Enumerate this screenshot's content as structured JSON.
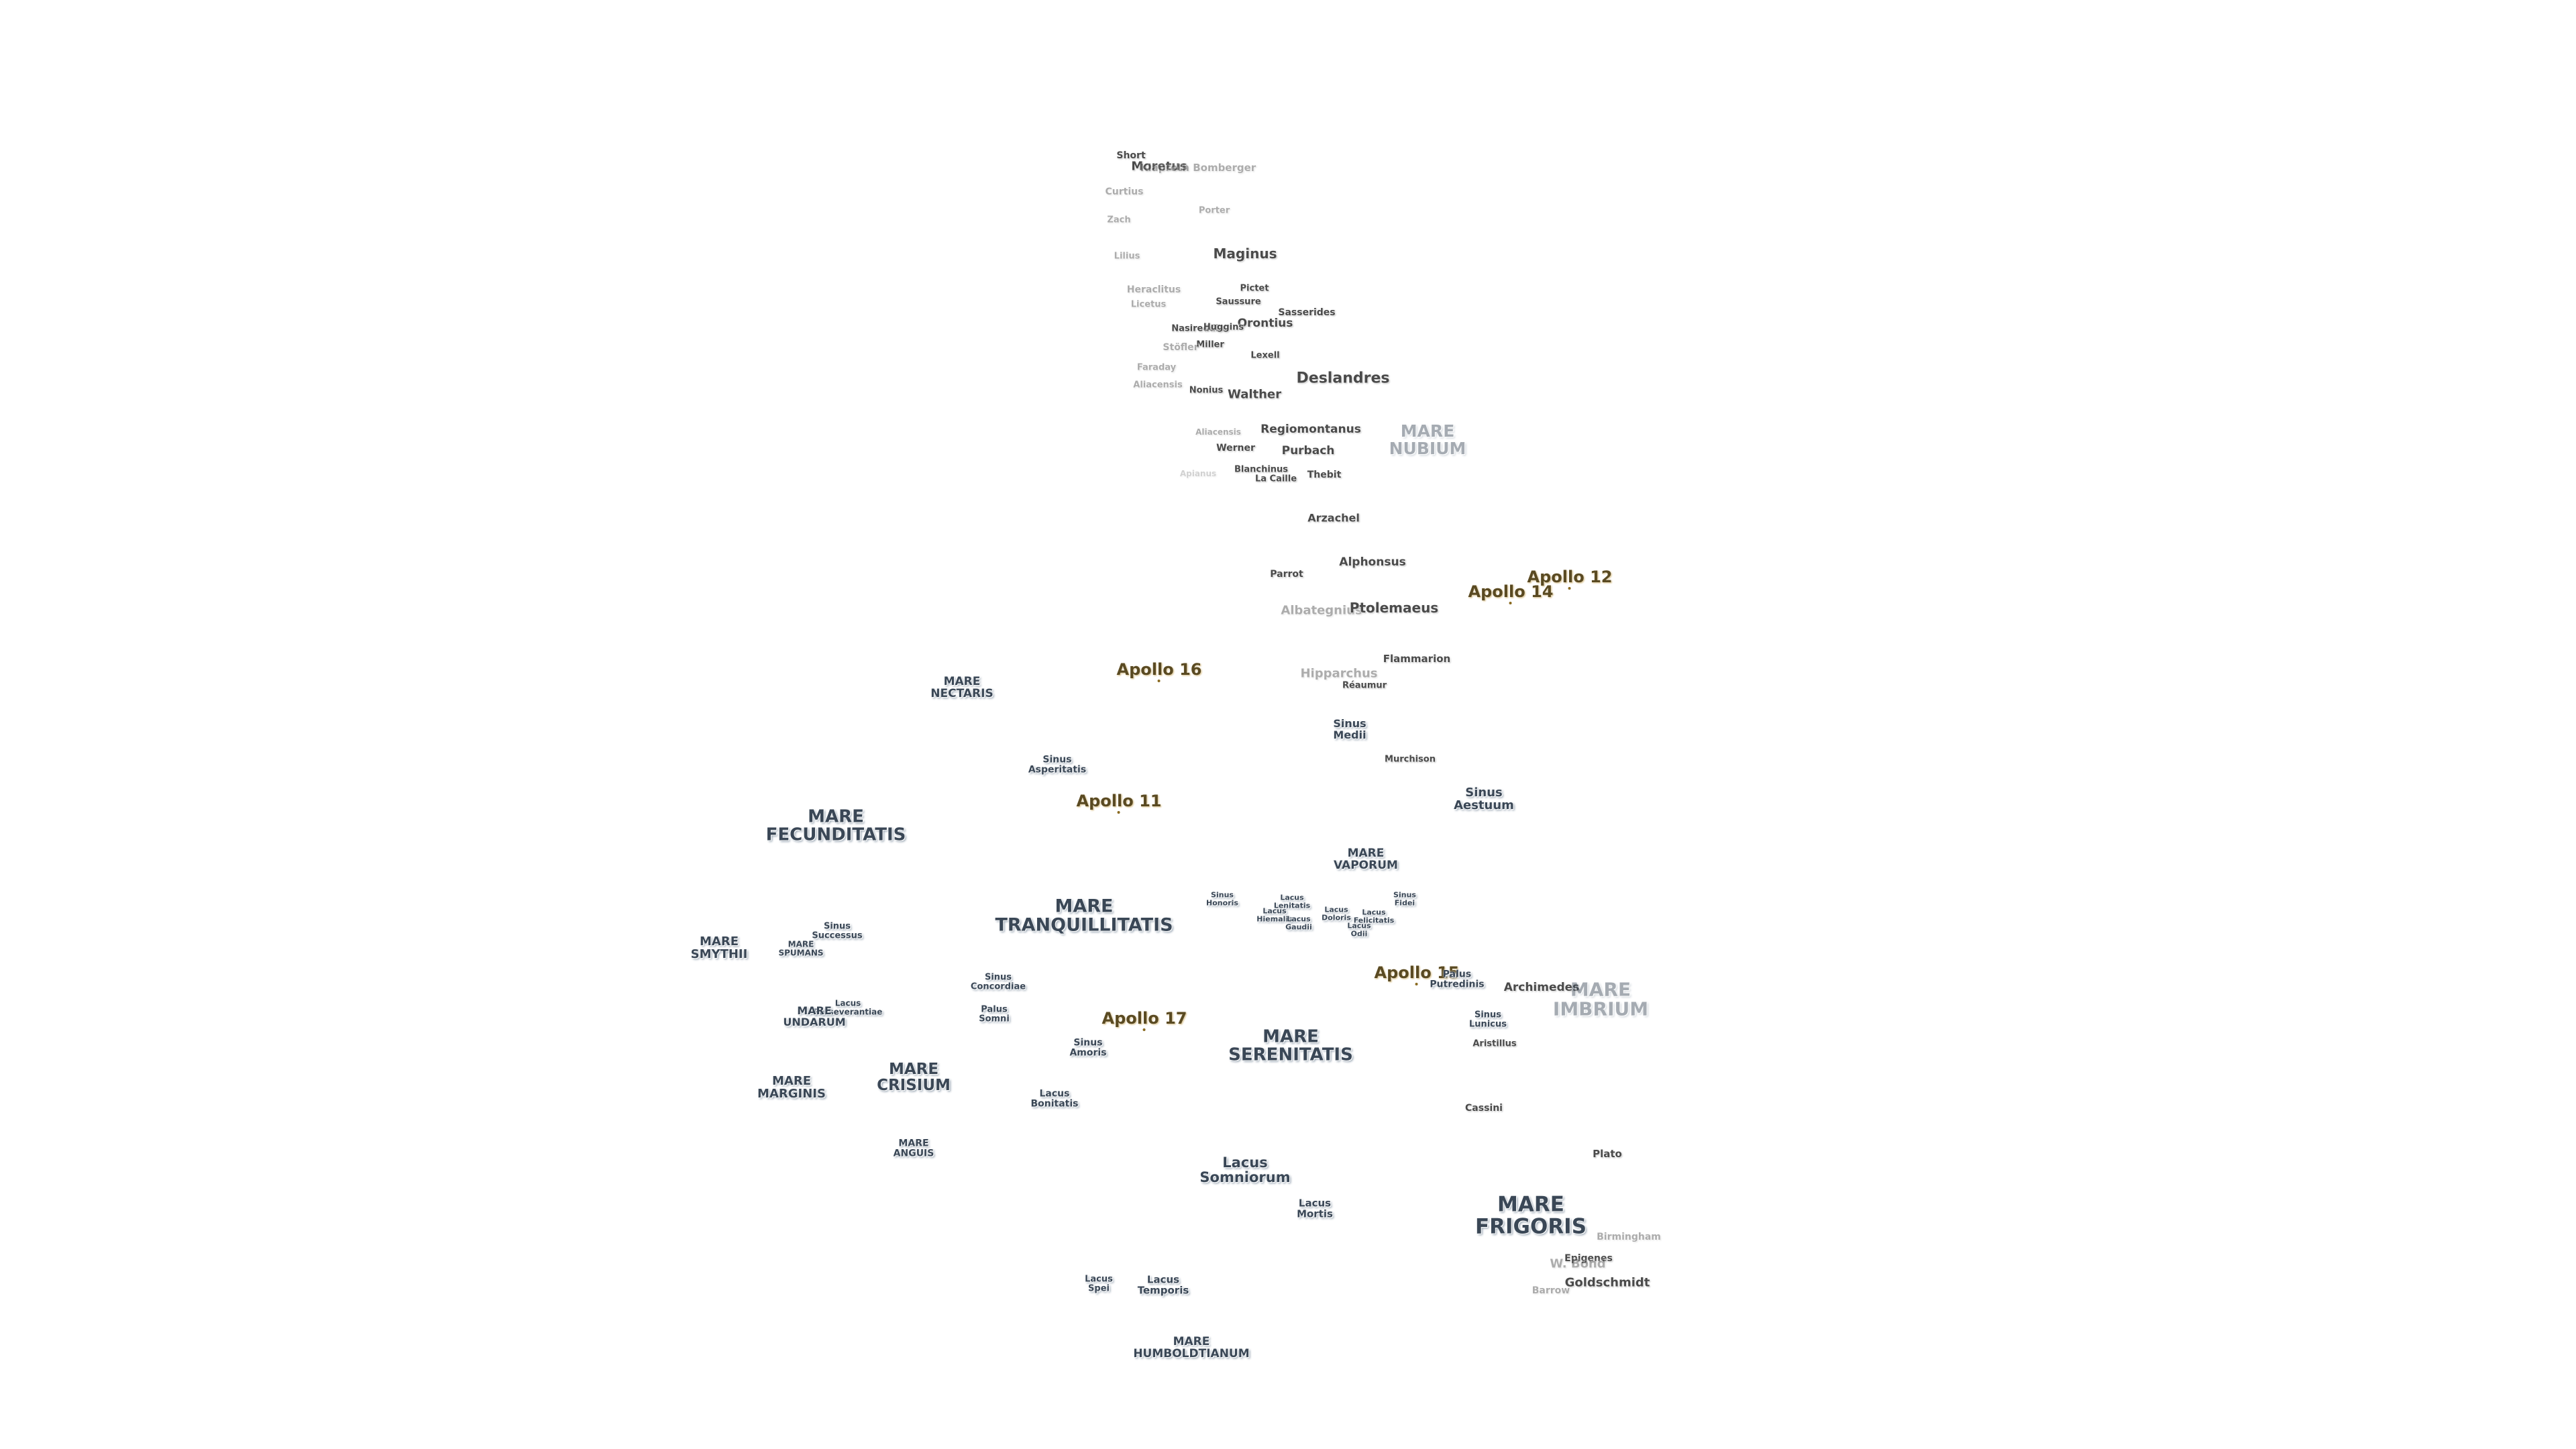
{
  "map": {
    "colors": {
      "crater": "#4a4a4a",
      "mare": "#3a4756",
      "apollo": "#5a4a22",
      "background": "#ffffff"
    },
    "labels": [
      {
        "id": "short",
        "type": "crater",
        "text": "Short"
      },
      {
        "id": "moretus",
        "type": "crater",
        "text": "Moretus"
      },
      {
        "id": "blancanus2",
        "type": "crater",
        "text": "Klaproth Bomberger",
        "faint": true
      },
      {
        "id": "curtius",
        "type": "crater",
        "text": "Curtius",
        "faint": true
      },
      {
        "id": "porter",
        "type": "crater",
        "text": "Porter",
        "faint": true
      },
      {
        "id": "zach",
        "type": "crater",
        "text": "Zach",
        "faint": true
      },
      {
        "id": "maginus",
        "type": "crater",
        "text": "Maginus"
      },
      {
        "id": "lilius",
        "type": "crater",
        "text": "Lilius",
        "faint": true
      },
      {
        "id": "heraclitus",
        "type": "crater",
        "text": "Heraclitus",
        "faint": true
      },
      {
        "id": "licetus",
        "type": "crater",
        "text": "Licetus",
        "faint": true
      },
      {
        "id": "pictet",
        "type": "crater",
        "text": "Pictet"
      },
      {
        "id": "saussure",
        "type": "crater",
        "text": "Saussure"
      },
      {
        "id": "sasserides",
        "type": "crater",
        "text": "Sasserides"
      },
      {
        "id": "orontius",
        "type": "crater",
        "text": "Orontius"
      },
      {
        "id": "nasireddin",
        "type": "crater",
        "text": "Nasireddin"
      },
      {
        "id": "huggins",
        "type": "crater",
        "text": "Huggins"
      },
      {
        "id": "miller",
        "type": "crater",
        "text": "Miller"
      },
      {
        "id": "stoefler",
        "type": "crater",
        "text": "Stöfler",
        "faint": true
      },
      {
        "id": "lexell",
        "type": "crater",
        "text": "Lexell"
      },
      {
        "id": "faraday",
        "type": "crater",
        "text": "Faraday",
        "faint": true
      },
      {
        "id": "deslandres",
        "type": "crater",
        "text": "Deslandres"
      },
      {
        "id": "aliacensis",
        "type": "crater",
        "text": "Aliacensis",
        "faint": true
      },
      {
        "id": "nonius",
        "type": "crater",
        "text": "Nonius"
      },
      {
        "id": "walther",
        "type": "crater",
        "text": "Walther"
      },
      {
        "id": "mare_nubium",
        "type": "mare",
        "text": "MARE\nNUBIUM",
        "faint": true
      },
      {
        "id": "aliacensis2",
        "type": "crater",
        "text": "Aliacensis",
        "faint": true
      },
      {
        "id": "regiomontanus",
        "type": "crater",
        "text": "Regiomontanus"
      },
      {
        "id": "werner",
        "type": "crater",
        "text": "Werner"
      },
      {
        "id": "purbach",
        "type": "crater",
        "text": "Purbach"
      },
      {
        "id": "blanchinus",
        "type": "crater",
        "text": "Blanchinus"
      },
      {
        "id": "lacaille",
        "type": "crater",
        "text": "La Caille"
      },
      {
        "id": "thebit",
        "type": "crater",
        "text": "Thebit"
      },
      {
        "id": "apianus",
        "type": "crater",
        "text": "Apianus",
        "veryfaint": true
      },
      {
        "id": "arzachel",
        "type": "crater",
        "text": "Arzachel"
      },
      {
        "id": "alphonsus",
        "type": "crater",
        "text": "Alphonsus"
      },
      {
        "id": "parrot",
        "type": "crater",
        "text": "Parrot"
      },
      {
        "id": "apollo12",
        "type": "apollo",
        "text": "Apollo 12"
      },
      {
        "id": "apollo14",
        "type": "apollo",
        "text": "Apollo 14"
      },
      {
        "id": "albategnius",
        "type": "crater",
        "text": "Albategnius",
        "faint": true
      },
      {
        "id": "ptolemaeus",
        "type": "crater",
        "text": "Ptolemaeus"
      },
      {
        "id": "flammarion",
        "type": "crater",
        "text": "Flammarion"
      },
      {
        "id": "apollo16",
        "type": "apollo",
        "text": "Apollo 16"
      },
      {
        "id": "hipparchus",
        "type": "crater",
        "text": "Hipparchus",
        "faint": true
      },
      {
        "id": "reaumur",
        "type": "crater",
        "text": "Réaumur"
      },
      {
        "id": "mare_nectaris",
        "type": "mare",
        "text": "MARE\nNECTARIS"
      },
      {
        "id": "sinus_medii",
        "type": "mare",
        "text": "Sinus\nMedii"
      },
      {
        "id": "sinus_asperitatis",
        "type": "mare",
        "text": "Sinus\nAsperitatis"
      },
      {
        "id": "murchison",
        "type": "crater",
        "text": "Murchison"
      },
      {
        "id": "sinus_aestuum",
        "type": "mare",
        "text": "Sinus\nAestuum"
      },
      {
        "id": "apollo11",
        "type": "apollo",
        "text": "Apollo 11"
      },
      {
        "id": "mare_fecunditatis",
        "type": "mare",
        "text": "MARE\nFECUNDITATIS"
      },
      {
        "id": "mare_vaporum",
        "type": "mare",
        "text": "MARE\nVAPORUM"
      },
      {
        "id": "sinus_honoris",
        "type": "mare",
        "text": "Sinus\nHonoris"
      },
      {
        "id": "lacus_lenitatis",
        "type": "mare",
        "text": "Lacus\nLenitatis"
      },
      {
        "id": "lacus_hiemalis",
        "type": "mare",
        "text": "Lacus\nHiemalis"
      },
      {
        "id": "lacus_gaudii",
        "type": "mare",
        "text": "Lacus\nGaudii"
      },
      {
        "id": "lacus_doloris",
        "type": "mare",
        "text": "Lacus\nDoloris"
      },
      {
        "id": "lacus_felicitatis",
        "type": "mare",
        "text": "Lacus\nFelicitatis"
      },
      {
        "id": "lacus_odii",
        "type": "mare",
        "text": "Lacus\nOdii"
      },
      {
        "id": "sinus_fidei",
        "type": "mare",
        "text": "Sinus\nFidei"
      },
      {
        "id": "mare_tranquillitatis",
        "type": "mare",
        "text": "MARE\nTRANQUILLITATIS"
      },
      {
        "id": "mare_smythii",
        "type": "mare",
        "text": "MARE\nSMYTHII"
      },
      {
        "id": "sinus_successus",
        "type": "mare",
        "text": "Sinus\nSuccessus"
      },
      {
        "id": "mare_spumans",
        "type": "mare",
        "text": "MARE\nSPUMANS"
      },
      {
        "id": "apollo15",
        "type": "apollo",
        "text": "Apollo 15"
      },
      {
        "id": "palus_putredinis",
        "type": "mare",
        "text": "Palus\nPutredinis"
      },
      {
        "id": "archimedes",
        "type": "crater",
        "text": "Archimedes"
      },
      {
        "id": "mare_imbrium",
        "type": "mare",
        "text": "MARE\nIMBRIUM",
        "faint": true
      },
      {
        "id": "sinus_concordiae",
        "type": "mare",
        "text": "Sinus\nConcordiae"
      },
      {
        "id": "lacus_perseverantiae",
        "type": "mare",
        "text": "Lacus\nPerseverantiae"
      },
      {
        "id": "mare_undarum",
        "type": "mare",
        "text": "MARE\nUNDARUM"
      },
      {
        "id": "palus_somni",
        "type": "mare",
        "text": "Palus\nSomni"
      },
      {
        "id": "apollo17",
        "type": "apollo",
        "text": "Apollo 17"
      },
      {
        "id": "sinus_lunicus",
        "type": "mare",
        "text": "Sinus\nLunicus"
      },
      {
        "id": "mare_serenitatis",
        "type": "mare",
        "text": "MARE\nSERENITATIS"
      },
      {
        "id": "sinus_amoris",
        "type": "mare",
        "text": "Sinus\nAmoris"
      },
      {
        "id": "aristillus",
        "type": "crater",
        "text": "Aristillus"
      },
      {
        "id": "mare_crisium",
        "type": "mare",
        "text": "MARE\nCRISIUM"
      },
      {
        "id": "mare_marginis",
        "type": "mare",
        "text": "MARE\nMARGINIS"
      },
      {
        "id": "lacus_bonitatis",
        "type": "mare",
        "text": "Lacus\nBonitatis"
      },
      {
        "id": "cassini",
        "type": "crater",
        "text": "Cassini"
      },
      {
        "id": "mare_anguis",
        "type": "mare",
        "text": "MARE\nANGUIS"
      },
      {
        "id": "plato",
        "type": "crater",
        "text": "Plato"
      },
      {
        "id": "lacus_somniorum",
        "type": "mare",
        "text": "Lacus\nSomniorum"
      },
      {
        "id": "lacus_mortis",
        "type": "mare",
        "text": "Lacus\nMortis"
      },
      {
        "id": "mare_frigoris",
        "type": "mare",
        "text": "MARE\nFRIGORIS"
      },
      {
        "id": "birmingham",
        "type": "crater",
        "text": "Birmingham",
        "faint": true
      },
      {
        "id": "epigenes",
        "type": "crater",
        "text": "Epigenes"
      },
      {
        "id": "wbond",
        "type": "crater",
        "text": "W. Bond",
        "faint": true
      },
      {
        "id": "goldschmidt",
        "type": "crater",
        "text": "Goldschmidt"
      },
      {
        "id": "barrow",
        "type": "crater",
        "text": "Barrow",
        "faint": true
      },
      {
        "id": "lacus_spei",
        "type": "mare",
        "text": "Lacus\nSpei"
      },
      {
        "id": "lacus_temporis",
        "type": "mare",
        "text": "Lacus\nTemporis"
      },
      {
        "id": "mare_humboldtianum",
        "type": "mare",
        "text": "MARE\nHUMBOLDTIANUM"
      }
    ]
  }
}
